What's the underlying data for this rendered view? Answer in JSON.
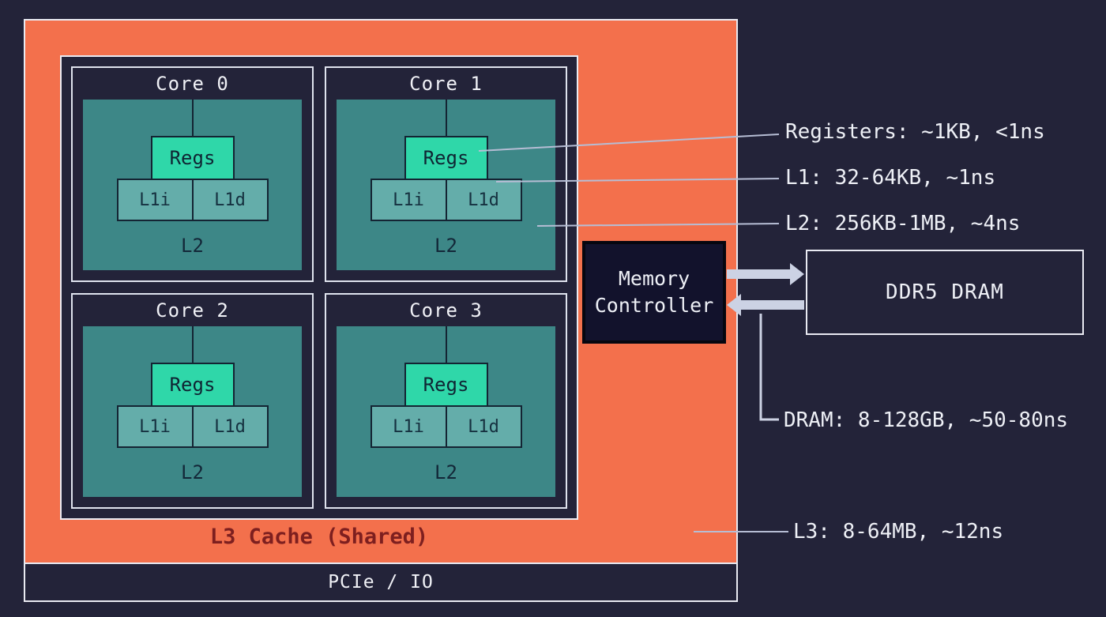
{
  "colors": {
    "background": "#232339",
    "l3_orange": "#f3704c",
    "core_body_teal": "#3d8787",
    "l1_teal": "#64adaa",
    "regs_green": "#2fd7a9",
    "dark_outline": "#142433",
    "border_light": "#e9eaf2",
    "memory_controller_bg": "#12122c",
    "arrow": "#ccd2e4",
    "annotation_line": "#b6bdd4",
    "l3_label_text": "#7d1f1f",
    "text_light": "#eef0f6"
  },
  "chip": {
    "cores": [
      {
        "title": "Core 0",
        "regs": "Regs",
        "l1i": "L1i",
        "l1d": "L1d",
        "l2": "L2"
      },
      {
        "title": "Core 1",
        "regs": "Regs",
        "l1i": "L1i",
        "l1d": "L1d",
        "l2": "L2"
      },
      {
        "title": "Core 2",
        "regs": "Regs",
        "l1i": "L1i",
        "l1d": "L1d",
        "l2": "L2"
      },
      {
        "title": "Core 3",
        "regs": "Regs",
        "l1i": "L1i",
        "l1d": "L1d",
        "l2": "L2"
      }
    ],
    "l3_label": "L3 Cache (Shared)",
    "pcie_label": "PCIe / IO"
  },
  "memory_controller": {
    "line1": "Memory",
    "line2": "Controller"
  },
  "dram": {
    "label": "DDR5 DRAM"
  },
  "annotations": {
    "registers": "Registers: ~1KB, <1ns",
    "l1": "L1: 32-64KB, ~1ns",
    "l2": "L2: 256KB-1MB, ~4ns",
    "dram": "DRAM: 8-128GB, ~50-80ns",
    "l3": "L3: 8-64MB, ~12ns"
  }
}
